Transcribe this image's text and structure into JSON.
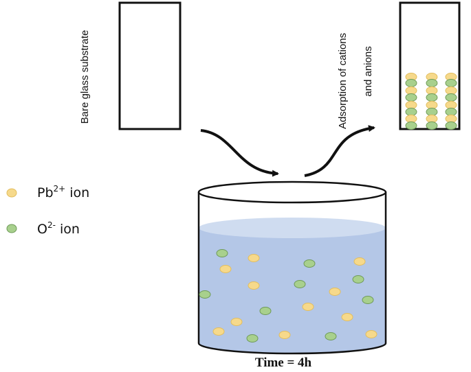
{
  "labels": {
    "bare_substrate": "Bare glass substrate",
    "adsorption_line1": "Adsorption of cations",
    "adsorption_line2": "and anions",
    "caption": "Time = 4h"
  },
  "legend": [
    {
      "base": "Pb",
      "sup": "2+",
      "suffix": " ion",
      "color": "#f6d98b"
    },
    {
      "base": "O",
      "sup": "2-",
      "suffix": " ion",
      "color": "#a8d08d"
    }
  ],
  "colors": {
    "pb_ion": "#f6d98b",
    "o_ion": "#a8d08d",
    "ion_stroke_pb": "#e2bd5e",
    "ion_stroke_o": "#6e9a58",
    "solution": "#b4c7e7",
    "solution_surface": "#cfdcf0",
    "outline": "#111111"
  }
}
